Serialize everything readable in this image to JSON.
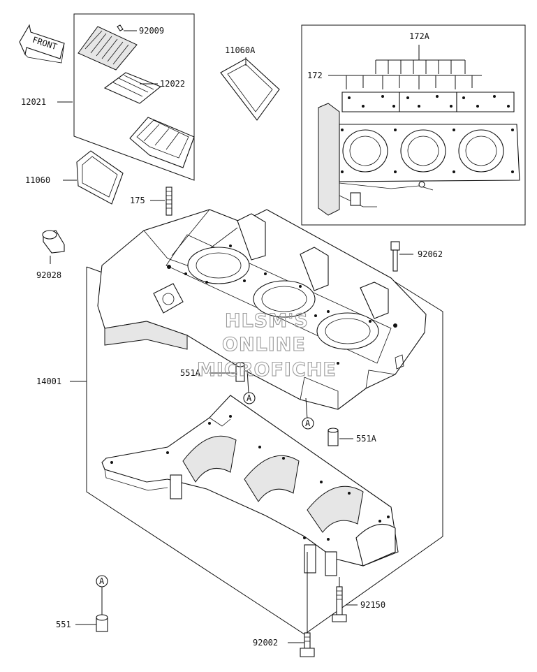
{
  "front_arrow": {
    "text": "FRONT"
  },
  "watermark": {
    "lines": [
      "HLSM'S",
      "ONLINE",
      "MICROFICHE"
    ]
  },
  "callout_marker": "A",
  "labels": {
    "p92009": "92009",
    "p12022": "12022",
    "p12021": "12021",
    "p11060A": "11060A",
    "p11060": "11060",
    "p172A": "172A",
    "p172": "172",
    "p175": "175",
    "p92028": "92028",
    "p92062": "92062",
    "p14001": "14001",
    "p551A_top": "551A",
    "p551A_right": "551A",
    "p551": "551",
    "p92150": "92150",
    "p92002": "92002"
  }
}
